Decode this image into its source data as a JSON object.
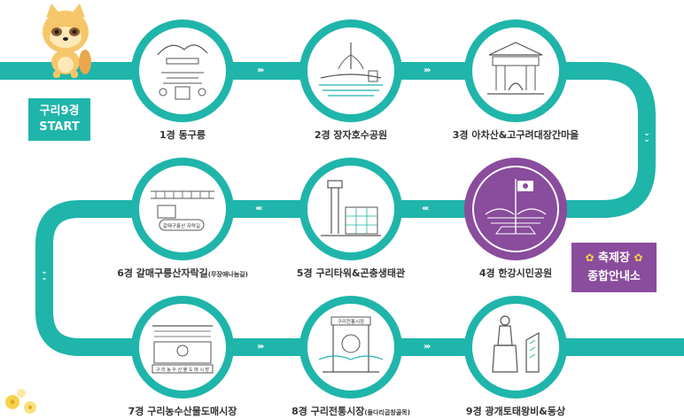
{
  "start": {
    "line1": "구리9경",
    "line2": "START"
  },
  "info": {
    "line1": "축제장",
    "line2": "종합안내소",
    "flower_icon": "✿"
  },
  "stops": [
    {
      "label": "1경 동구릉",
      "sub": ""
    },
    {
      "label": "2경 장자호수공원",
      "sub": ""
    },
    {
      "label": "3경 아차산&고구려대장간마을",
      "sub": ""
    },
    {
      "label": "4경 한강시민공원",
      "sub": ""
    },
    {
      "label": "5경 구리타워&곤충생태관",
      "sub": ""
    },
    {
      "label": "6경 갈매구릉산자락길",
      "sub": "(무장애나눔길)"
    },
    {
      "label": "7경 구리농수산물도매시장",
      "sub": ""
    },
    {
      "label": "8경 구리전통시장",
      "sub": "(돌다리곱창골목)"
    },
    {
      "label": "9경 광개토태왕비&동상"
    }
  ],
  "illustration_text": {
    "stop6_sign": "갈매구릉산 자락길",
    "stop7_sign": "구 리 농 수 산 물 도 매 시 장",
    "stop8_sign": "구리전통시장"
  },
  "arrow_glyph": "›››",
  "down_arrow_glyph": "⌄",
  "colors": {
    "teal": "#1fb5aa",
    "purple": "#8a4c9c",
    "yellow": "#f7d24a",
    "text": "#333333"
  }
}
